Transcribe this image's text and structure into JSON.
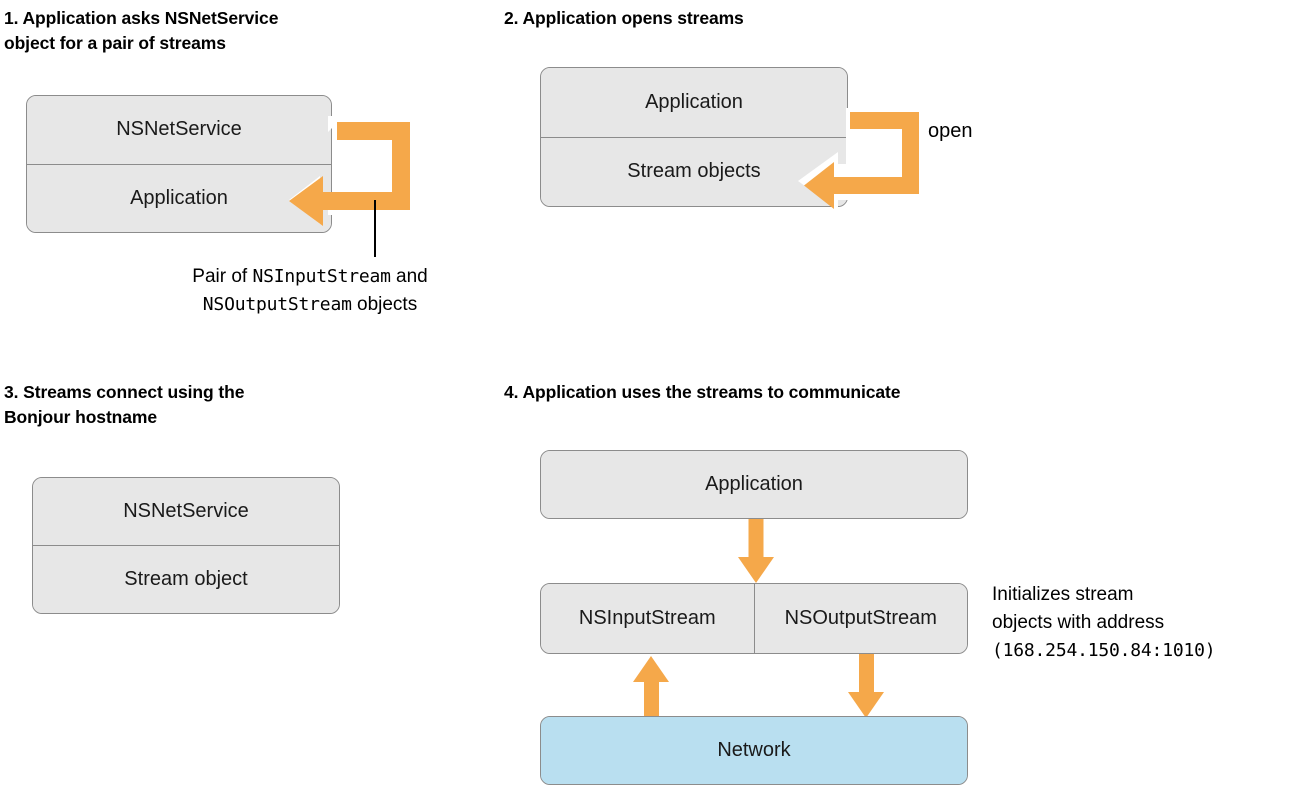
{
  "colors": {
    "orange": "#f5a84a",
    "box_fill": "#e7e7e7",
    "box_stroke": "#8c8c8c",
    "network_fill": "#b9dff0",
    "text": "#000000",
    "arrow_outline": "#ffffff"
  },
  "panels": [
    {
      "id": "panel-1",
      "number": "1.",
      "title": "1. Application asks NSNetService\n    object for a pair of streams",
      "boxes": [
        {
          "label": "NSNetService"
        },
        {
          "label": "Application"
        }
      ],
      "arrow": {
        "name": "loop-arrow-left",
        "direction": "left",
        "style": "u-turn"
      },
      "caption": {
        "line1_pre": "Pair of ",
        "line1_mono": "NSInputStream",
        "line1_post": " and",
        "line2_mono": "NSOutputStream",
        "line2_post": " objects"
      }
    },
    {
      "id": "panel-2",
      "number": "2.",
      "title": "2. Application opens streams",
      "boxes": [
        {
          "label": "Application"
        },
        {
          "label": "Stream objects"
        }
      ],
      "arrow": {
        "name": "loop-arrow-left",
        "direction": "left",
        "style": "u-turn"
      },
      "arrow_label": "open"
    },
    {
      "id": "panel-3",
      "number": "3.",
      "title": "3. Streams connect using the\n    Bonjour hostname",
      "boxes": [
        {
          "label": "NSNetService"
        },
        {
          "label": "Stream object"
        }
      ]
    },
    {
      "id": "panel-4",
      "number": "4.",
      "title": "4. Application uses the streams to communicate",
      "application_box": {
        "label": "Application"
      },
      "stream_boxes": [
        {
          "label": "NSInputStream"
        },
        {
          "label": "NSOutputStream"
        }
      ],
      "network_box": {
        "label": "Network"
      },
      "arrows": [
        {
          "name": "arrow-app-to-streams",
          "direction": "down"
        },
        {
          "name": "arrow-network-to-input",
          "direction": "up"
        },
        {
          "name": "arrow-output-to-network",
          "direction": "down"
        }
      ],
      "side_note": {
        "line1": "Initializes stream",
        "line2": "objects with address",
        "line3_mono": "(168.254.150.84:1010)"
      }
    }
  ]
}
